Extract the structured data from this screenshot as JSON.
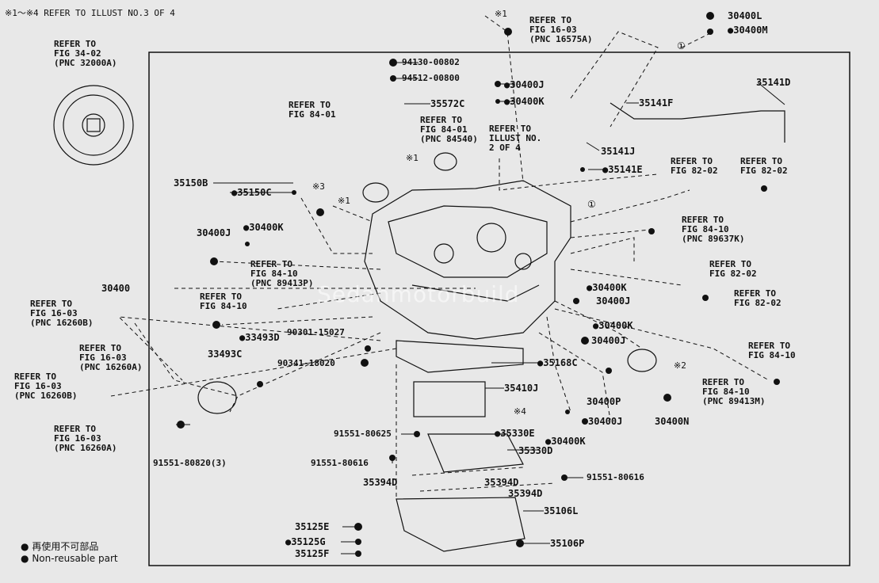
{
  "header_note": "※1～※4 REFER TO ILLUST NO.3 OF 4",
  "watermark": "Sedanmotorbuild",
  "refer_notes": [
    "REFER TO\nFIG 34-02\n(PNC 32000A)",
    "※1",
    "REFER TO\nFIG 16-03\n(PNC 16575A)",
    "REFER TO\nFIG 84-01",
    "REFER TO\nFIG 84-01\n(PNC 84540)",
    "REFER TO\nILLUST NO.\n2 OF 4",
    "※1",
    "※3",
    "※1",
    "REFER TO\nFIG 82-02",
    "REFER TO\nFIG 82-02",
    "REFER TO\nFIG 84-10\n(PNC 89637K)",
    "REFER TO\nFIG 84-10\n(PNC 89413P)",
    "REFER TO\nFIG 84-10",
    "REFER TO\nFIG 82-02",
    "REFER TO\nFIG 82-02",
    "REFER TO\nFIG 16-03\n(PNC 16260B)",
    "REFER TO\nFIG 16-03\n(PNC 16260A)",
    "REFER TO\nFIG 84-10",
    "REFER TO\nFIG 16-03\n(PNC 16260B)",
    "REFER TO\nFIG 84-10\n(PNC 89413M)",
    "REFER TO\nFIG 16-03\n(PNC 16260A)",
    "※2",
    "※4"
  ],
  "parts": [
    "30400L",
    "●30400M",
    "94130-00802",
    "94512-00800",
    "●30400J",
    "●30400K",
    "35572C",
    "35141D",
    "35141F",
    "35141J",
    "●35141E",
    "35150B",
    "●35150C",
    "30400J",
    "●30400K",
    "30400",
    "●30400K",
    "30400J",
    "●30400K",
    "30400J",
    "●33493D",
    "33493C",
    "90301-15027",
    "90341-18020",
    "●35168C",
    "35410J",
    "30400P",
    "30400J",
    "30400N",
    "91551-80625",
    "●35330E",
    "●30400K",
    "35330D",
    "91551-80616",
    "35394D",
    "35394D",
    "35394D",
    "91551-80616",
    "35106L",
    "91551-80820(3)",
    "35125E",
    "●35125G",
    "35125F",
    "35106P",
    "①",
    "①"
  ],
  "legend": [
    {
      "symbol": "●",
      "text": "再使用不可部品"
    },
    {
      "symbol": "●",
      "text": "Non-reusable part"
    }
  ]
}
